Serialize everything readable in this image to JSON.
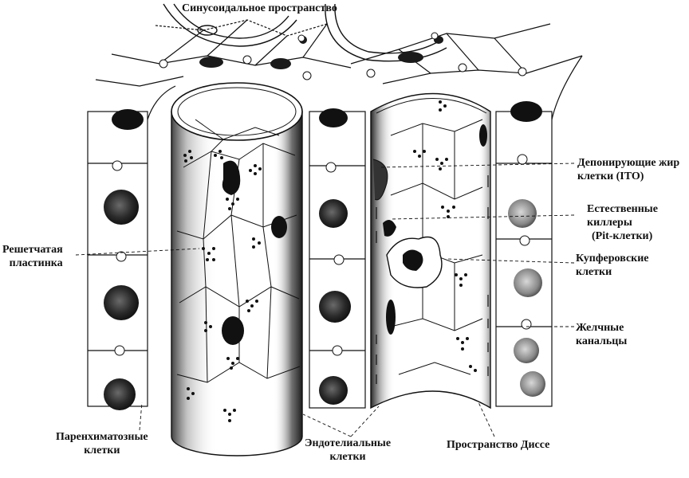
{
  "labels": {
    "sinusoidal_space": "Синусоидальное пространство",
    "ito_line1": "Депонирующие жир",
    "ito_line2": "клетки (ITO)",
    "pit_line1": "Естественные",
    "pit_line2": "киллеры",
    "pit_line3": "(Pit-клетки)",
    "reticular_line1": "Решетчатая",
    "reticular_line2": "пластинка",
    "kupffer_line1": "Купферовские",
    "kupffer_line2": "клетки",
    "bile_line1": "Желчные",
    "bile_line2": "канальцы",
    "parenchymal_line1": "Паренхиматозные",
    "parenchymal_line2": "клетки",
    "endothelial_line1": "Эндотелиальные",
    "endothelial_line2": "клетки",
    "disse_space": "Пространство Диссе"
  },
  "colors": {
    "ink": "#111111",
    "background": "#ffffff",
    "nucleus": "#1a1a1a",
    "shading": "#555555"
  }
}
